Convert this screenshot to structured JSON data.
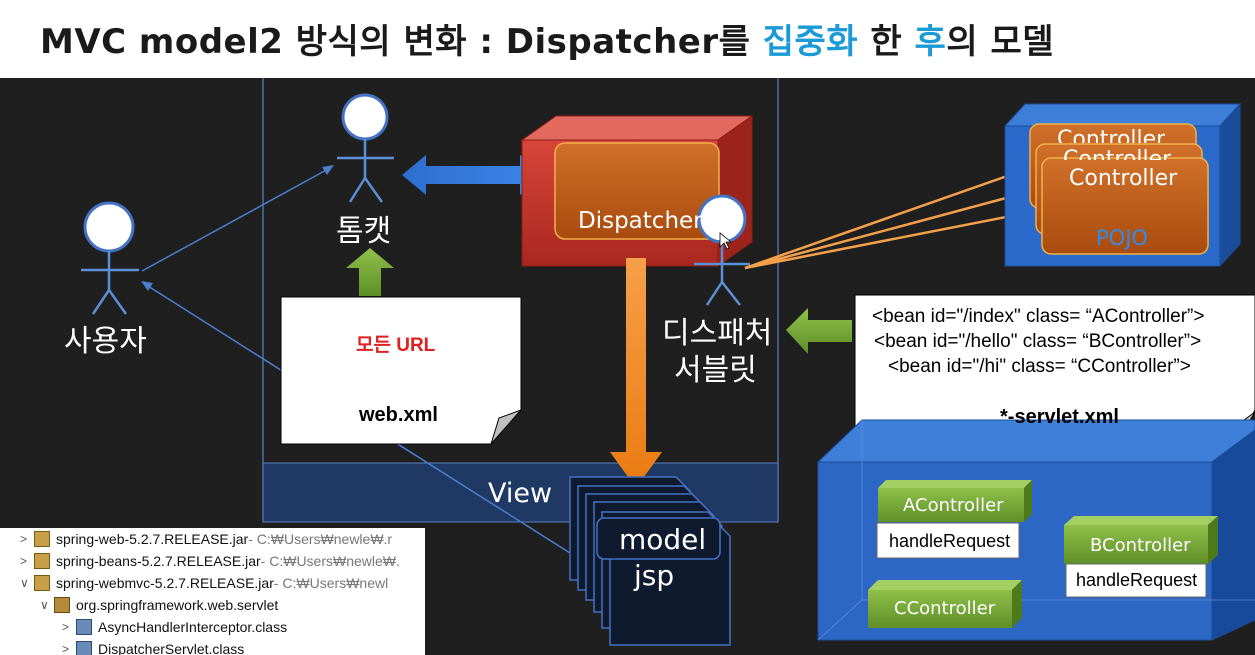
{
  "title": {
    "part1": "MVC model2 방식의 변화 : Dispatcher를 ",
    "highlight1": "집중화",
    "part2": " 한 ",
    "highlight2": "후",
    "part3": "의 모델"
  },
  "actors": {
    "user": "사용자",
    "tomcat": "톰캣",
    "dispatcher_servlet_line1": "디스패처",
    "dispatcher_servlet_line2": "서블릿"
  },
  "dispatcher_box": "Dispatcher",
  "controllers_stack": {
    "labels": [
      "Controller",
      "Controller",
      "Controller"
    ],
    "pojo": "POJO"
  },
  "web_xml_note": {
    "highlight": "모든 URL",
    "file": "web.xml"
  },
  "servlet_xml_note": {
    "lines": [
      "<bean id=\"/index\" class= “AController”>",
      "<bean id=\"/hello\" class= “BController”>",
      "<bean id=\"/hi\" class= “CController”>"
    ],
    "file": "*-servlet.xml"
  },
  "view_label": "View",
  "model_jsp": {
    "line1": "model",
    "line2": "jsp"
  },
  "blue_box": {
    "a_controller": "AController",
    "a_method": "handleRequest",
    "b_controller": "BController",
    "b_method": "handleRequest",
    "c_controller": "CController"
  },
  "package_explorer": {
    "rows": [
      {
        "arrow": ">",
        "name": "spring-web-5.2.7.RELEASE.jar",
        "path": " - C:₩Users₩newle₩.r"
      },
      {
        "arrow": ">",
        "name": "spring-beans-5.2.7.RELEASE.jar",
        "path": " - C:₩Users₩newle₩."
      },
      {
        "arrow": "∨",
        "name": "spring-webmvc-5.2.7.RELEASE.jar",
        "path": " - C:₩Users₩newl"
      },
      {
        "arrow": "∨",
        "name": "org.springframework.web.servlet",
        "path": ""
      },
      {
        "arrow": ">",
        "name": "AsyncHandlerInterceptor.class",
        "path": ""
      },
      {
        "arrow": ">",
        "name": "DispatcherServlet.class",
        "path": ""
      }
    ]
  },
  "colors": {
    "title_highlight": "#1a9ad6",
    "dispatcher_red": "#c0392b",
    "controller_orange": "#c55a11",
    "blue_box": "#1f5fbf",
    "green_arrow": "#7aa63a",
    "orange_arrow": "#f08a24",
    "red_text": "#e02020"
  }
}
